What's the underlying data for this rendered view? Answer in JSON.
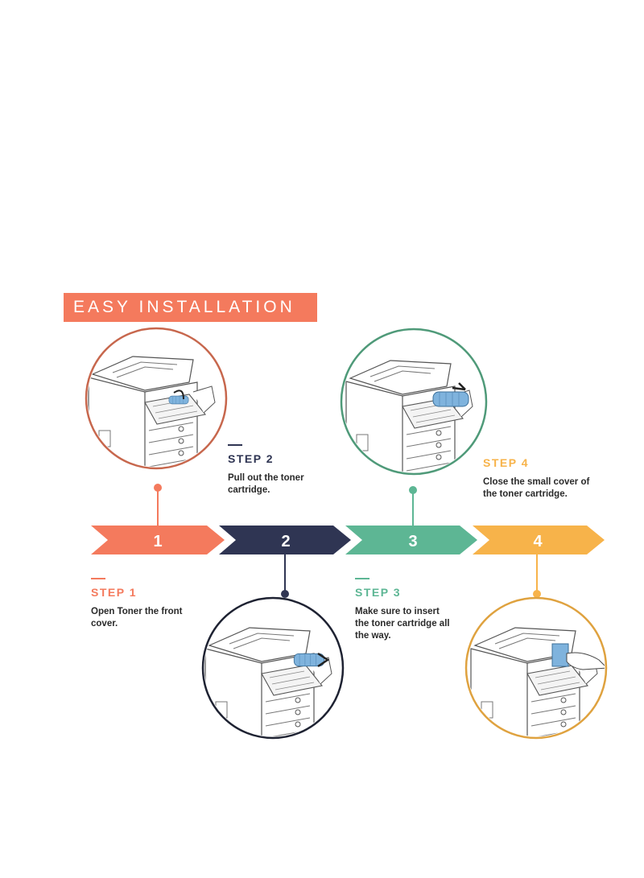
{
  "banner": {
    "title": "EASY INSTALLATION"
  },
  "colors": {
    "step1": "#f47a5d",
    "step2": "#2f3553",
    "step3": "#5db694",
    "step4": "#f7b34a",
    "circle1": "#c7674d",
    "circle2": "#1e2232",
    "circle3": "#4f9a79",
    "circle4": "#dfa23f"
  },
  "steps": [
    {
      "number": "1",
      "title": "STEP 1",
      "description": [
        "Open Toner the front",
        "cover."
      ]
    },
    {
      "number": "2",
      "title": "STEP 2",
      "description": [
        "Pull out the toner",
        "cartridge."
      ]
    },
    {
      "number": "3",
      "title": "STEP 3",
      "description": [
        "Make sure to insert",
        "the toner cartridge all",
        "the way."
      ]
    },
    {
      "number": "4",
      "title": "STEP 4",
      "description": [
        "Close the small cover of",
        "the toner cartridge."
      ]
    }
  ],
  "illustrations": [
    "printer-open-front-cover",
    "printer-pull-cartridge",
    "printer-insert-cartridge",
    "printer-close-cover"
  ]
}
